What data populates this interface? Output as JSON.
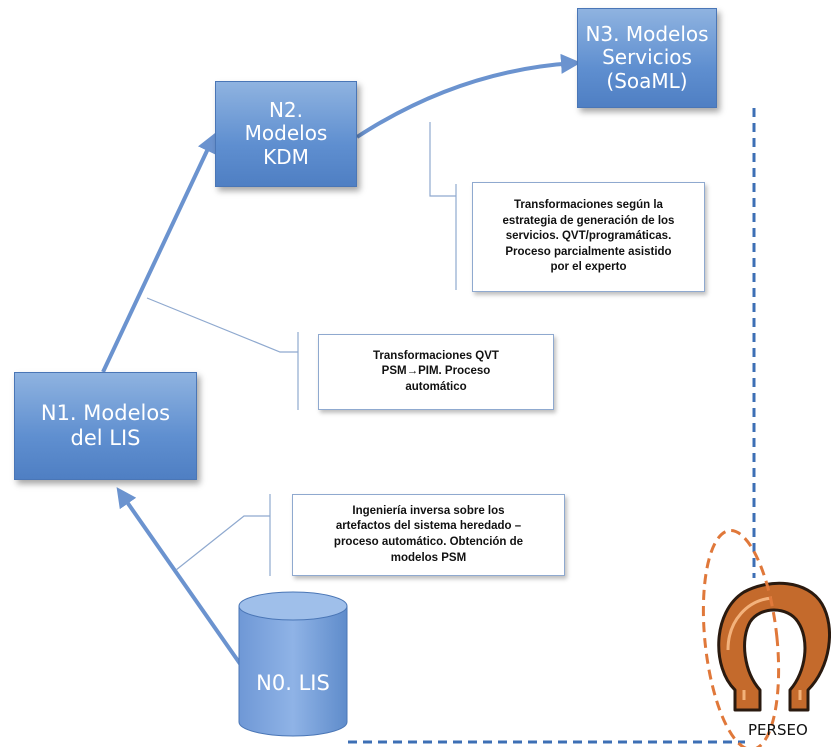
{
  "nodes": {
    "n3": {
      "lines": [
        "N3. Modelos",
        "Servicios",
        "(SoaML)"
      ]
    },
    "n2": {
      "lines": [
        "N2.",
        "Modelos",
        "KDM"
      ]
    },
    "n1": {
      "lines": [
        "N1. Modelos",
        "del LIS"
      ]
    },
    "n0": {
      "lines": [
        "N0. LIS"
      ]
    }
  },
  "notes": {
    "n2_n3": {
      "lines": [
        "Transformaciones según la",
        "estrategia de generación de los",
        "servicios. QVT/programáticas.",
        "Proceso parcialmente asistido",
        "por el experto"
      ]
    },
    "n1_n2": {
      "lines": [
        "Transformaciones QVT",
        "PSM→PIM. Proceso",
        "automático"
      ]
    },
    "n0_n1": {
      "lines": [
        "Ingeniería inversa sobre los",
        "artefactos del sistema heredado –",
        "proceso automático. Obtención de",
        "modelos PSM"
      ]
    }
  },
  "logo": {
    "label": "PERSEO",
    "icon": "omega-horseshoe-icon"
  },
  "colors": {
    "node": "#5f8fd0",
    "arrow": "#6b93cf",
    "dashed": "#3d6fb5",
    "highlight": "#e0783a",
    "logo": "#b9632c"
  }
}
